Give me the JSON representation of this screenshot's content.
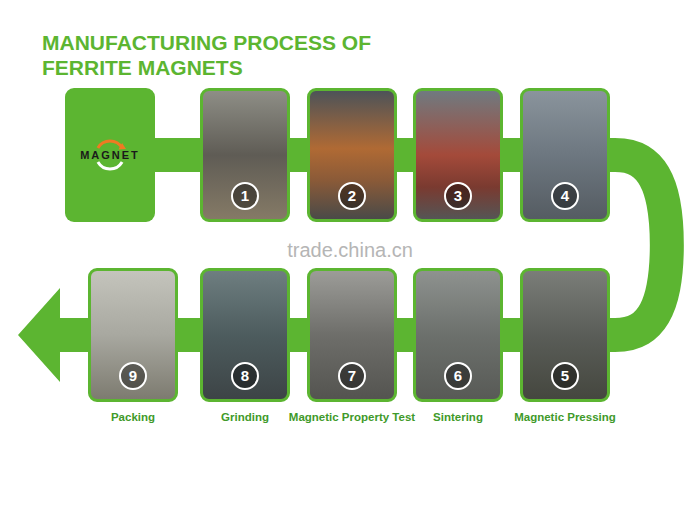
{
  "diagram": {
    "title": "MANUFACTURING PROCESS OF FERRITE MAGNETS",
    "nodes": [
      {
        "text": [
          "MAGNET"
        ]
      },
      {
        "text": [
          "1"
        ]
      },
      {
        "text": [
          "2"
        ]
      },
      {
        "text": [
          "3"
        ]
      },
      {
        "text": [
          "4"
        ]
      },
      {
        "text": [
          "5",
          "Magnetic Pressing"
        ]
      },
      {
        "text": [
          "6",
          "Sintering"
        ]
      },
      {
        "text": [
          "7",
          "Magnetic Property Test"
        ]
      },
      {
        "text": [
          "8",
          "Grinding"
        ]
      },
      {
        "text": [
          "9",
          "Packing"
        ]
      }
    ],
    "edges": [
      {
        "from": 0,
        "to": 1,
        "arrow": "none"
      },
      {
        "from": 1,
        "to": 2,
        "arrow": "none"
      },
      {
        "from": 2,
        "to": 3,
        "arrow": "none"
      },
      {
        "from": 3,
        "to": 4,
        "arrow": "none"
      },
      {
        "from": 4,
        "to": 5,
        "arrow": "none"
      },
      {
        "from": 5,
        "to": 6,
        "arrow": "none"
      },
      {
        "from": 6,
        "to": 7,
        "arrow": "none"
      },
      {
        "from": 7,
        "to": 8,
        "arrow": "none"
      },
      {
        "from": 8,
        "to": 9,
        "arrow": "none"
      }
    ],
    "labels": [
      "trade.china.cn"
    ]
  }
}
